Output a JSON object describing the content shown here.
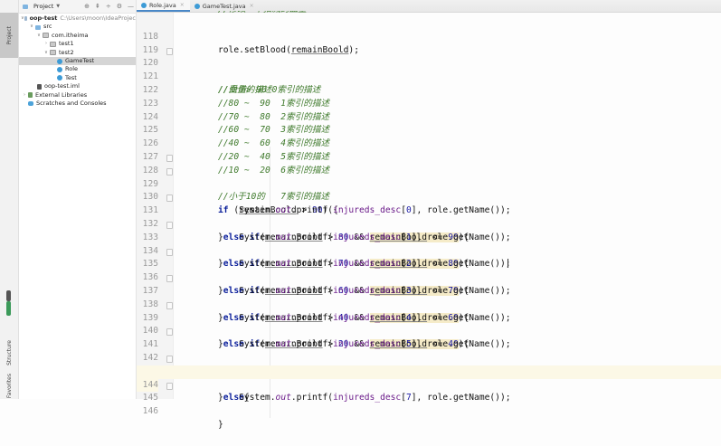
{
  "activity_bar": {
    "top_tab": "Project",
    "bottom_tabs": [
      "Structure",
      "Favorites"
    ]
  },
  "project_panel": {
    "title": "Project",
    "dropdown_icon": "chevron-down-icon",
    "tools": [
      "target-icon",
      "collapse-all-icon",
      "expand-icon",
      "gear-icon",
      "minimize-icon"
    ],
    "tree": [
      {
        "label": "oop-test",
        "path": "C:\\Users\\moon\\IdeaProjec",
        "depth": 0,
        "expanded": true,
        "icon": "module-folder",
        "bold": true
      },
      {
        "label": "src",
        "depth": 1,
        "expanded": true,
        "icon": "source-folder"
      },
      {
        "label": "com.itheima",
        "depth": 2,
        "expanded": true,
        "icon": "package"
      },
      {
        "label": "test1",
        "depth": 3,
        "expanded": false,
        "icon": "package"
      },
      {
        "label": "test2",
        "depth": 3,
        "expanded": true,
        "icon": "package"
      },
      {
        "label": "GameTest",
        "depth": 4,
        "icon": "class",
        "selected": true
      },
      {
        "label": "Role",
        "depth": 4,
        "icon": "class"
      },
      {
        "label": "Test",
        "depth": 4,
        "icon": "class"
      },
      {
        "label": "oop-test.iml",
        "depth": 1,
        "icon": "iml"
      },
      {
        "label": "External Libraries",
        "depth": 0,
        "expanded": false,
        "icon": "library"
      },
      {
        "label": "Scratches and Consoles",
        "depth": 0,
        "icon": "scratch"
      }
    ]
  },
  "tabs": [
    {
      "label": "Role.java",
      "active": true
    },
    {
      "label": "GameTest.java",
      "active": false
    }
  ],
  "editor": {
    "current_line": 144,
    "lines": [
      {
        "n": "118",
        "code": "role.setBlood(remainBoold);"
      },
      {
        "n": "119",
        "code": ""
      },
      {
        "n": "120",
        "code": "//受伤的描述"
      },
      {
        "n": "121",
        "code": "//血量> 90 0索引的描述"
      },
      {
        "n": "122",
        "code": "//80 ~  90  1索引的描述"
      },
      {
        "n": "123",
        "code": "//70 ~  80  2索引的描述"
      },
      {
        "n": "124",
        "code": "//60 ~  70  3索引的描述"
      },
      {
        "n": "125",
        "code": "//40 ~  60  4索引的描述"
      },
      {
        "n": "126",
        "code": "//20 ~  40  5索引的描述"
      },
      {
        "n": "127",
        "code": "//10 ~  20  6索引的描述"
      },
      {
        "n": "128",
        "code": "//小于10的   7索引的描述"
      },
      {
        "n": "129",
        "code": "if (remainBoold > 90) {"
      },
      {
        "n": "130",
        "code": "    System.out.printf(injureds_desc[0], role.getName());"
      },
      {
        "n": "131",
        "code": "}else if(remainBoold > 80 && remainBoold <= 90){"
      },
      {
        "n": "132",
        "code": "    System.out.printf(injureds_desc[1], role.getName());"
      },
      {
        "n": "133",
        "code": "}else if(remainBoold > 70 && remainBoold <= 80){"
      },
      {
        "n": "134",
        "code": "    System.out.printf(injureds_desc[2], role.getName());"
      },
      {
        "n": "135",
        "code": "}else if(remainBoold > 60 && remainBoold <= 70){"
      },
      {
        "n": "136",
        "code": "    System.out.printf(injureds_desc[3], role.getName());"
      },
      {
        "n": "137",
        "code": "}else if(remainBoold > 40 && remainBoold <= 60){"
      },
      {
        "n": "138",
        "code": "    System.out.printf(injureds_desc[4], role.getName());"
      },
      {
        "n": "139",
        "code": "}else if(remainBoold > 20 && remainBoold <= 40){"
      },
      {
        "n": "140",
        "code": "    System.out.printf(injureds_desc[5], role.getName());"
      },
      {
        "n": "141",
        "code": "}else if(remainBoold > 10 && remainBoold <= 20){"
      },
      {
        "n": "142",
        "code": "    System.out.printf(injureds_desc[6], role.getName());"
      },
      {
        "n": "143",
        "code": "}else{"
      },
      {
        "n": "144",
        "code": "    System.out.printf(injureds_desc[7], role.getName());"
      },
      {
        "n": "145",
        "code": "}"
      },
      {
        "n": "146",
        "code": ""
      }
    ]
  },
  "colors": {
    "keyword": "#0b1f9a",
    "comment": "#3f7a2c",
    "field": "#6b1b8a",
    "number": "#1a1aa6",
    "highlight": "#f5ebc8",
    "current_line": "#fcf8e6",
    "tab_accent": "#4a88c7"
  }
}
